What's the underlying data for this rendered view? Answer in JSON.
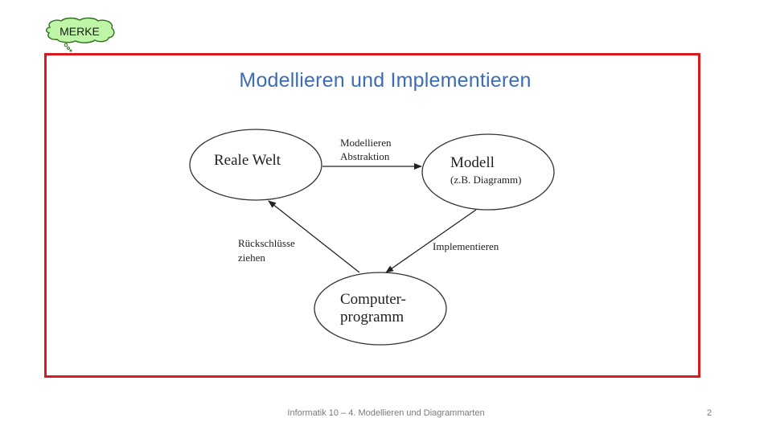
{
  "badge": {
    "label": "MERKE"
  },
  "slide": {
    "title": "Modellieren und Implementieren"
  },
  "diagram": {
    "nodes": {
      "reale_welt": "Reale Welt",
      "modell": "Modell",
      "modell_note": "(z.B. Diagramm)",
      "computer_line1": "Computer-",
      "computer_line2": "programm"
    },
    "edges": {
      "modellieren_line1": "Modellieren",
      "modellieren_line2": "Abstraktion",
      "implementieren": "Implementieren",
      "rueckschluesse_line1": "Rückschlüsse",
      "rueckschluesse_line2": "ziehen"
    }
  },
  "footer": {
    "text": "Informatik 10 – 4. Modellieren und Diagrammarten",
    "page_number": "2"
  },
  "colors": {
    "frame": "#d9181f",
    "title": "#3b6cb5",
    "badge_fill": "#bff5a6",
    "badge_stroke": "#2c6e1e"
  }
}
